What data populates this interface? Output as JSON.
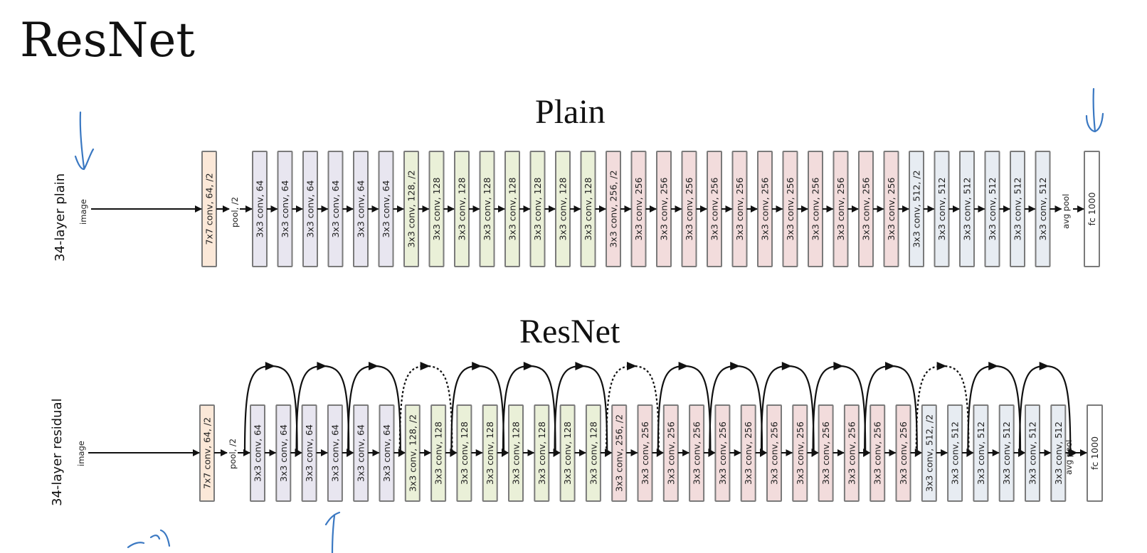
{
  "title": "ResNet",
  "colors": {
    "conv7": "#fbe8d8",
    "c64": "#e8e6f0",
    "c128": "#eaf0d8",
    "c256": "#f2dcdc",
    "c512": "#e7ecf2",
    "fc": "#ffffff",
    "border": "#7a7a7a",
    "ink": "#111111",
    "annotation": "#3a78c2"
  },
  "plain": {
    "heading": "Plain",
    "row_label": "34-layer plain",
    "input_label": "image",
    "pool_label": "pool, /2",
    "avgpool_label": "avg pool"
  },
  "residual": {
    "heading": "ResNet",
    "row_label": "34-layer residual",
    "input_label": "image",
    "pool_label": "pool, /2",
    "avgpool_label": "avg pool"
  },
  "first_layer": {
    "label": "7x7 conv, 64, /2",
    "group": "conv7"
  },
  "layers": [
    {
      "label": "3x3 conv, 64",
      "group": "c64"
    },
    {
      "label": "3x3 conv, 64",
      "group": "c64"
    },
    {
      "label": "3x3 conv, 64",
      "group": "c64"
    },
    {
      "label": "3x3 conv, 64",
      "group": "c64"
    },
    {
      "label": "3x3 conv, 64",
      "group": "c64"
    },
    {
      "label": "3x3 conv, 64",
      "group": "c64"
    },
    {
      "label": "3x3 conv, 128, /2",
      "group": "c128"
    },
    {
      "label": "3x3 conv, 128",
      "group": "c128"
    },
    {
      "label": "3x3 conv, 128",
      "group": "c128"
    },
    {
      "label": "3x3 conv, 128",
      "group": "c128"
    },
    {
      "label": "3x3 conv, 128",
      "group": "c128"
    },
    {
      "label": "3x3 conv, 128",
      "group": "c128"
    },
    {
      "label": "3x3 conv, 128",
      "group": "c128"
    },
    {
      "label": "3x3 conv, 128",
      "group": "c128"
    },
    {
      "label": "3x3 conv, 256, /2",
      "group": "c256"
    },
    {
      "label": "3x3 conv, 256",
      "group": "c256"
    },
    {
      "label": "3x3 conv, 256",
      "group": "c256"
    },
    {
      "label": "3x3 conv, 256",
      "group": "c256"
    },
    {
      "label": "3x3 conv, 256",
      "group": "c256"
    },
    {
      "label": "3x3 conv, 256",
      "group": "c256"
    },
    {
      "label": "3x3 conv, 256",
      "group": "c256"
    },
    {
      "label": "3x3 conv, 256",
      "group": "c256"
    },
    {
      "label": "3x3 conv, 256",
      "group": "c256"
    },
    {
      "label": "3x3 conv, 256",
      "group": "c256"
    },
    {
      "label": "3x3 conv, 256",
      "group": "c256"
    },
    {
      "label": "3x3 conv, 256",
      "group": "c256"
    },
    {
      "label": "3x3 conv, 512, /2",
      "group": "c512"
    },
    {
      "label": "3x3 conv, 512",
      "group": "c512"
    },
    {
      "label": "3x3 conv, 512",
      "group": "c512"
    },
    {
      "label": "3x3 conv, 512",
      "group": "c512"
    },
    {
      "label": "3x3 conv, 512",
      "group": "c512"
    },
    {
      "label": "3x3 conv, 512",
      "group": "c512"
    }
  ],
  "fc_layer": {
    "label": "fc 1000",
    "group": "fc"
  },
  "shortcuts": [
    {
      "from": 0,
      "dashed": false
    },
    {
      "from": 2,
      "dashed": false
    },
    {
      "from": 4,
      "dashed": false
    },
    {
      "from": 6,
      "dashed": true
    },
    {
      "from": 8,
      "dashed": false
    },
    {
      "from": 10,
      "dashed": false
    },
    {
      "from": 12,
      "dashed": false
    },
    {
      "from": 14,
      "dashed": true
    },
    {
      "from": 16,
      "dashed": false
    },
    {
      "from": 18,
      "dashed": false
    },
    {
      "from": 20,
      "dashed": false
    },
    {
      "from": 22,
      "dashed": false
    },
    {
      "from": 24,
      "dashed": false
    },
    {
      "from": 26,
      "dashed": true
    },
    {
      "from": 28,
      "dashed": false
    },
    {
      "from": 30,
      "dashed": false
    }
  ],
  "annotations": [
    {
      "type": "hand-drawn-arrow-down",
      "near": "34-layer plain"
    },
    {
      "type": "hand-drawn-arrow-down",
      "near": "fc 1000"
    },
    {
      "type": "hand-drawn-arrow-up",
      "near": "3x3 conv, 64"
    },
    {
      "type": "hand-drawn-scribble",
      "near": "34-layer residual"
    }
  ]
}
